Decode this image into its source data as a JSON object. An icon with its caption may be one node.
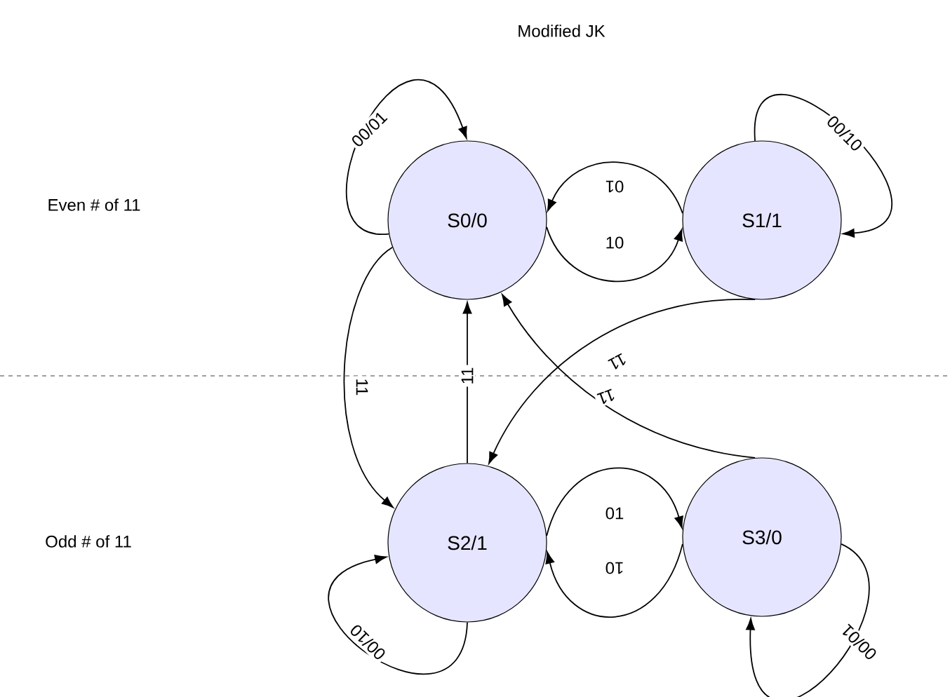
{
  "diagram": {
    "title": "Modified JK",
    "nodes": [
      {
        "text": [
          "S0/0"
        ]
      },
      {
        "text": [
          "S1/1"
        ]
      },
      {
        "text": [
          "S2/1"
        ]
      },
      {
        "text": [
          "S3/0"
        ]
      }
    ],
    "edges": [
      {
        "from": 0,
        "to": 0,
        "arrow": "to",
        "label": "00/01"
      },
      {
        "from": 1,
        "to": 1,
        "arrow": "to",
        "label": "00/10"
      },
      {
        "from": 1,
        "to": 0,
        "arrow": "to",
        "label": "01"
      },
      {
        "from": 0,
        "to": 1,
        "arrow": "to",
        "label": "10"
      },
      {
        "from": 0,
        "to": 2,
        "arrow": "to",
        "label": "11"
      },
      {
        "from": 2,
        "to": 0,
        "arrow": "to",
        "label": "11"
      },
      {
        "from": 1,
        "to": 2,
        "arrow": "to",
        "label": "11"
      },
      {
        "from": 3,
        "to": 0,
        "arrow": "to",
        "label": "11"
      },
      {
        "from": 2,
        "to": 3,
        "arrow": "to",
        "label": "01"
      },
      {
        "from": 3,
        "to": 2,
        "arrow": "to",
        "label": "10"
      },
      {
        "from": 2,
        "to": 2,
        "arrow": "to",
        "label": "00/10"
      },
      {
        "from": 3,
        "to": 3,
        "arrow": "to",
        "label": "00/01"
      }
    ],
    "labels": [
      "Even # of 11",
      "Odd # of 11"
    ]
  }
}
